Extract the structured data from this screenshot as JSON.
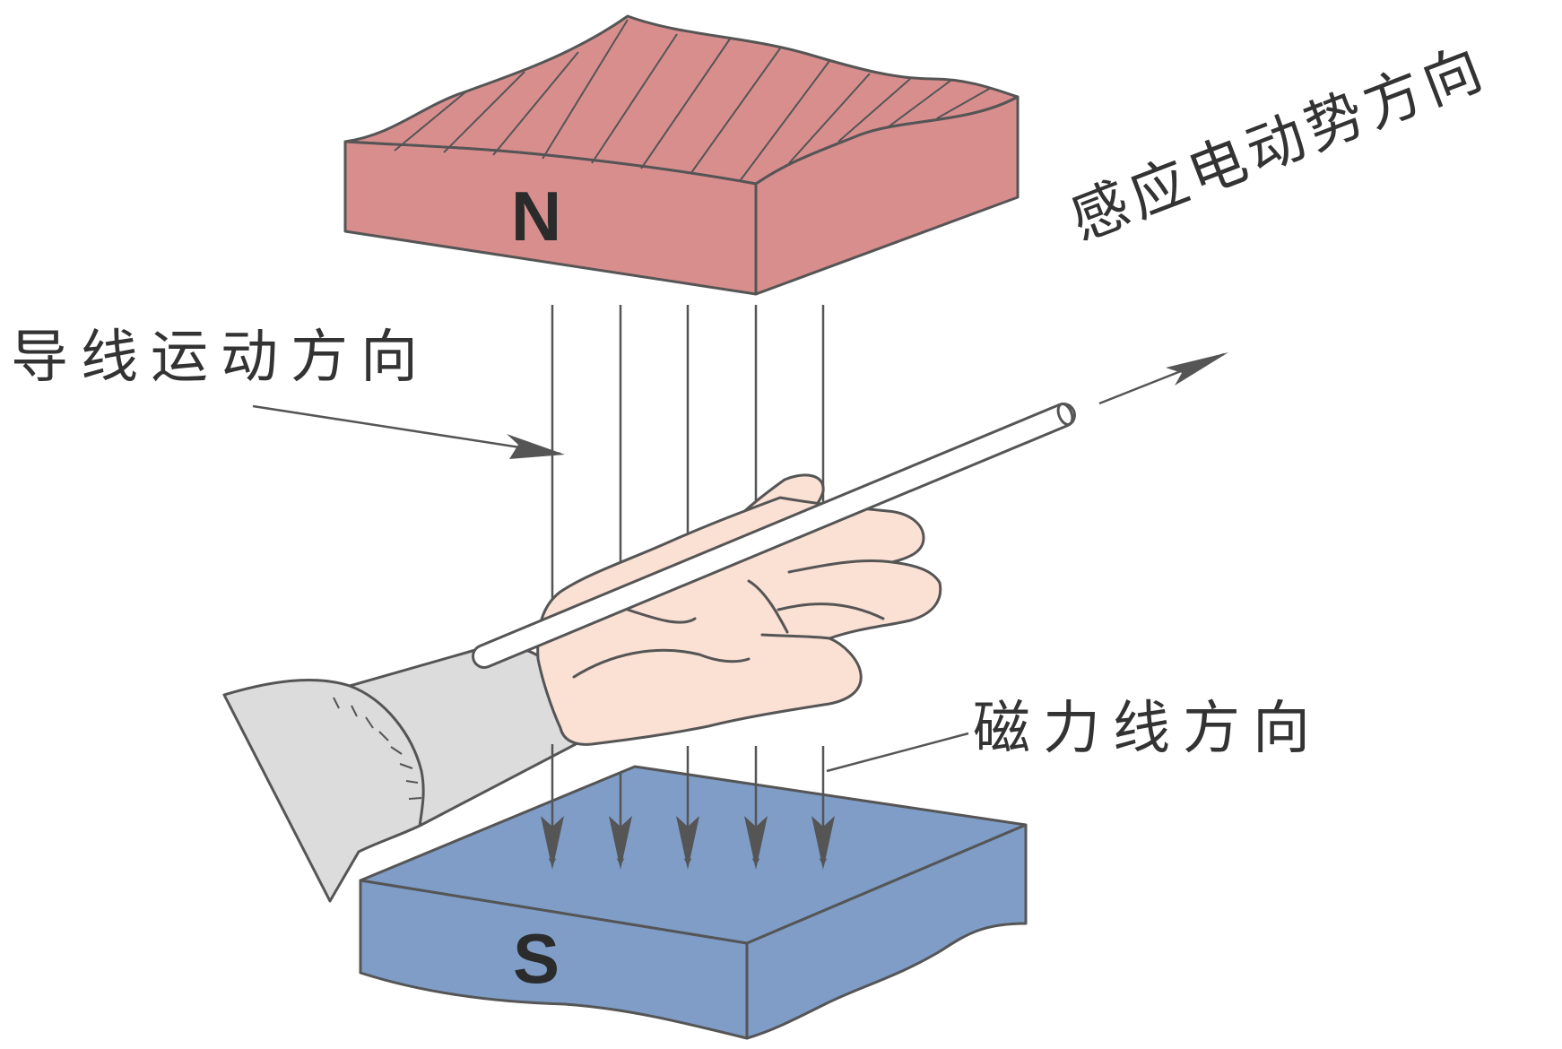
{
  "diagram": {
    "north_pole_label": "N",
    "south_pole_label": "S",
    "emf_direction_label": "感应电动势方向",
    "motion_direction_label": "导线运动方向",
    "field_direction_label": "磁力线方向"
  },
  "colors": {
    "north_magnet": "#d98e8e",
    "south_magnet": "#7f9dc7",
    "skin": "#fbe0d4",
    "sleeve": "#dcdcdc",
    "line": "#555555"
  }
}
